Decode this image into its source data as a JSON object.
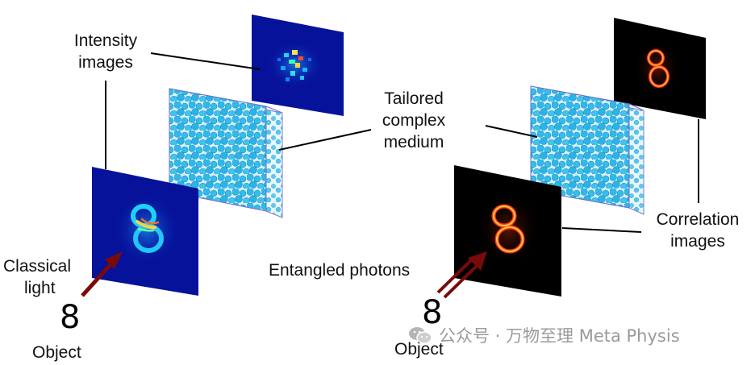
{
  "labels": {
    "intensity_images": [
      "Intensity",
      "images"
    ],
    "tailored_medium": [
      "Tailored",
      "complex",
      "medium"
    ],
    "correlation_images": [
      "Correlation",
      "images"
    ],
    "classical_light": [
      "Classical",
      "light"
    ],
    "entangled_photons": "Entangled photons",
    "object_left": "Object",
    "object_right": "Object",
    "object_digit": "8"
  },
  "watermark": {
    "text": "公众号 · 万物至理 Meta Physis",
    "icon": "wechat-icon"
  },
  "colors": {
    "intensity_bg": "#06129a",
    "correlation_bg": "#000000",
    "medium_fill": "#cdeefa",
    "bead": "#29b6e8",
    "arrow": "#7a0a0a"
  }
}
